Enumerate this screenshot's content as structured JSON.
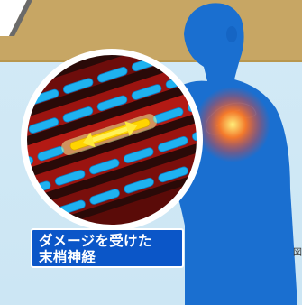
{
  "callout": {
    "line1": "ダメージを受けた",
    "line2": "末梢神経"
  },
  "caption": "図",
  "icons": {
    "person": "person-silhouette-icon",
    "pain": "shoulder-pain-glow-icon",
    "nerve": "nerve-fiber-icon"
  },
  "colors": {
    "background_top": "#c9a868",
    "background_bottom": "#cfe8f5",
    "silhouette": "#1a6fd0",
    "pain_glow": "#ff4a1a",
    "nerve_fiber": "#1fb2f0",
    "damaged_segment": "#ffd400",
    "tissue_dark": "#2a0a08",
    "tissue_red": "#9b1410",
    "callout_bg": "#0b56c8"
  }
}
